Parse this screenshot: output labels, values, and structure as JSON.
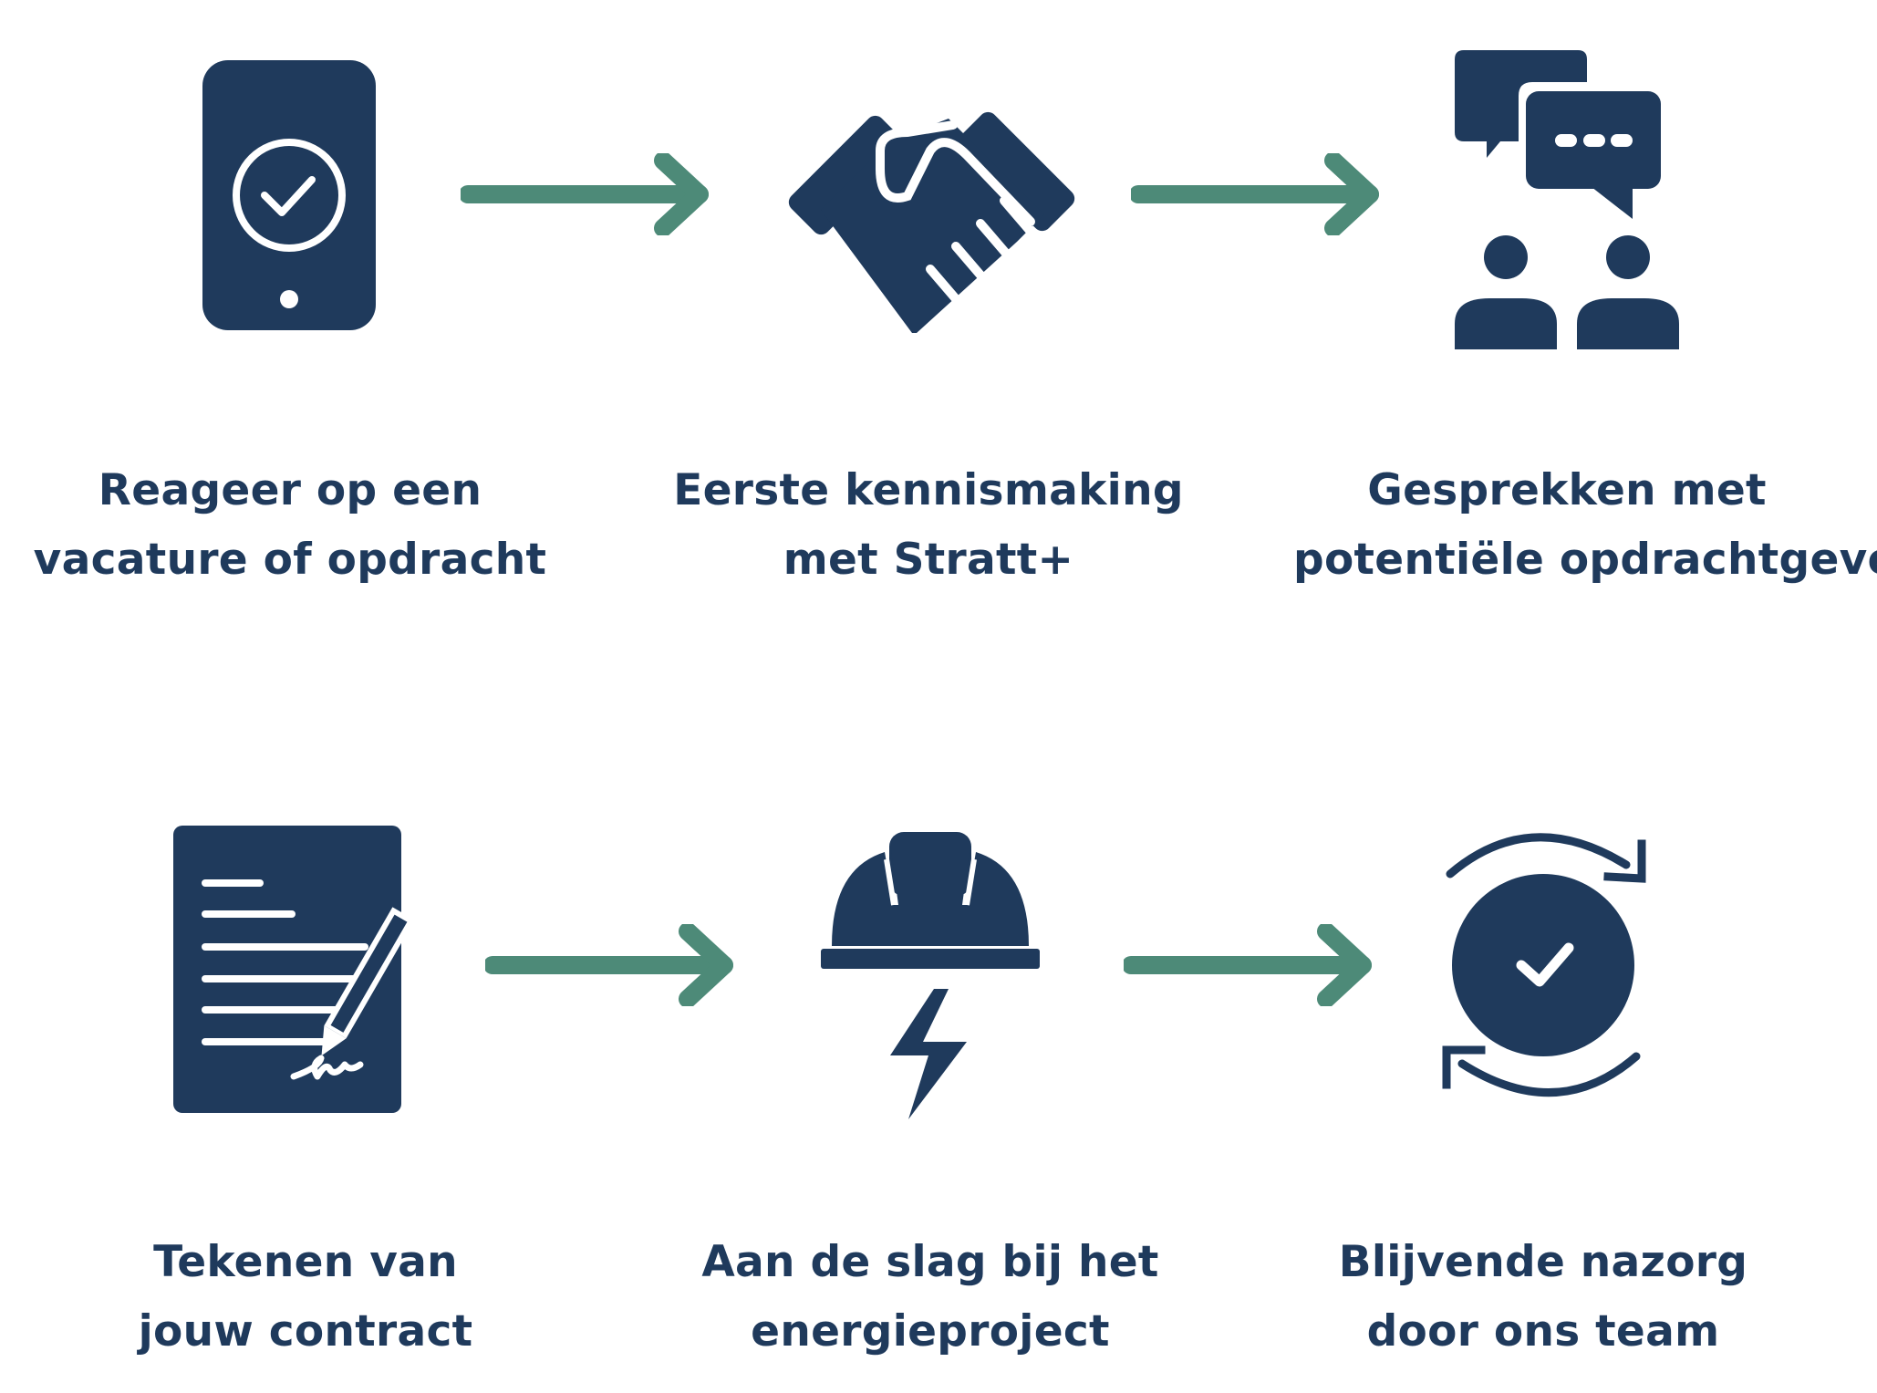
{
  "colors": {
    "navy": "#1f3a5c",
    "green": "#4d8a78",
    "white": "#ffffff"
  },
  "steps": [
    {
      "icon": "smartphone-check-icon",
      "line1": "Reageer op een",
      "line2": "vacature of opdracht"
    },
    {
      "icon": "handshake-icon",
      "line1": "Eerste kennismaking",
      "line2": "met Stratt+"
    },
    {
      "icon": "conversation-icon",
      "line1": "Gesprekken met",
      "line2": "potentiële opdrachtgever"
    },
    {
      "icon": "contract-signing-icon",
      "line1": "Tekenen van",
      "line2": "jouw contract"
    },
    {
      "icon": "hard-hat-energy-icon",
      "line1": "Aan de slag bij het",
      "line2": "energieproject"
    },
    {
      "icon": "cycle-check-icon",
      "line1": "Blijvende nazorg",
      "line2": "door ons team"
    }
  ],
  "arrows": [
    "arrow-right-icon",
    "arrow-right-icon",
    "arrow-right-icon",
    "arrow-right-icon"
  ]
}
